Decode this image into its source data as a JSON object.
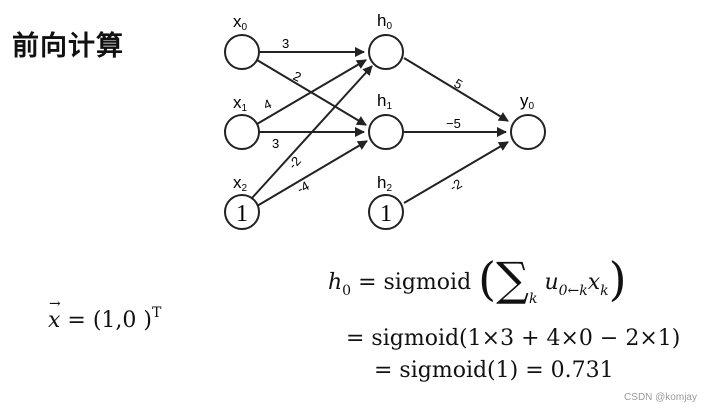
{
  "title": "前向计算",
  "network": {
    "input_labels": [
      "x",
      "x",
      "x"
    ],
    "input_subs": [
      "0",
      "1",
      "2"
    ],
    "bias_node_value": "1",
    "hidden_labels": [
      "h",
      "h",
      "h"
    ],
    "hidden_subs": [
      "0",
      "1",
      "2"
    ],
    "hidden_bias_value": "1",
    "output_label": "y",
    "output_sub": "0",
    "weights": {
      "x0_h0": "3",
      "x0_h1": "2",
      "x1_h0": "4",
      "x1_h1": "3",
      "x2_h0": "-2",
      "x2_h1": "-4",
      "h0_y0": "5",
      "h1_y0": "−5",
      "h2_y0": "-2"
    }
  },
  "equations": {
    "vector_x": "x",
    "vector_value": "= (1,0 )",
    "vector_sup": "T",
    "h_var": "h",
    "h_sub": "0",
    "eq1_mid": " = sigmoid",
    "sum_sub": "k",
    "u_var": "u",
    "u_sub": "0←k",
    "x_var": "x",
    "x_sub": "k",
    "eq2": "= sigmoid(1×3 + 4×0 − 2×1)",
    "eq3": "=  sigmoid(1) =  0.731"
  },
  "watermark": "CSDN @komjay"
}
